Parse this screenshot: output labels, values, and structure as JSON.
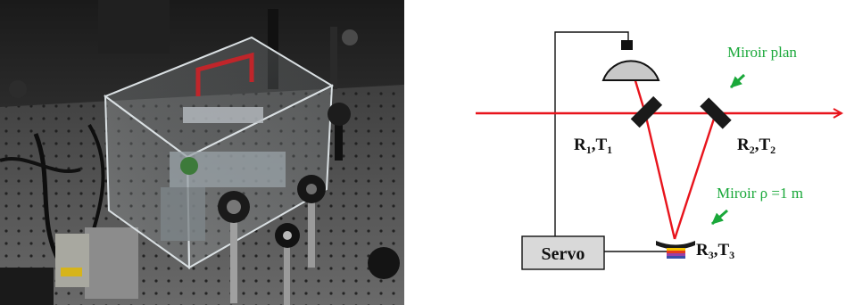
{
  "diagram": {
    "servo_label": "Servo",
    "mirror_plan_label": "Miroir plan",
    "mirror_curved_label": "Miroir ρ =1 m",
    "mirror1": {
      "r": "R",
      "r_sub": "1",
      "sep": ",",
      "t": "T",
      "t_sub": "1"
    },
    "mirror2": {
      "r": "R",
      "r_sub": "2",
      "sep": ",",
      "t": "T",
      "t_sub": "2"
    },
    "mirror3": {
      "r": "R",
      "r_sub": "3",
      "sep": ",",
      "t": "T",
      "t_sub": "3"
    }
  },
  "colors": {
    "beam": "#e8141c",
    "label_green": "#1aa83a",
    "mirror": "#1a1a1a",
    "servo_fill": "#d9d9d9",
    "detector_fill": "#c8c8c8",
    "coating": [
      "#f5c400",
      "#e83a1e",
      "#9b3fa6",
      "#3a4ea8"
    ]
  }
}
